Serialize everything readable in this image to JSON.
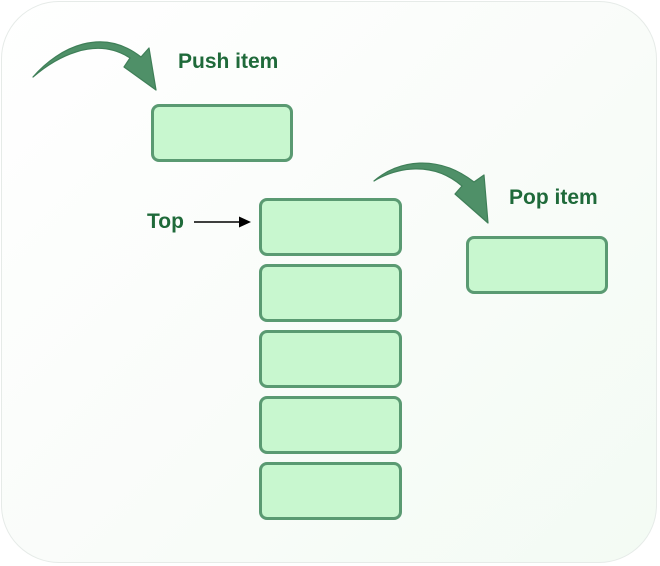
{
  "labels": {
    "push": "Push item",
    "pop": "Pop item",
    "top": "Top"
  },
  "stack": {
    "count": 5
  },
  "colors": {
    "box_fill": "#c8f7cf",
    "box_border": "#5a9a72",
    "label_text": "#1f6a3a",
    "curved_arrow": "#4f9068",
    "pointer_arrow": "#000000"
  },
  "icons": {
    "push_arrow": "curved-arrow-icon",
    "pop_arrow": "curved-arrow-icon",
    "top_pointer": "arrow-right-icon"
  }
}
